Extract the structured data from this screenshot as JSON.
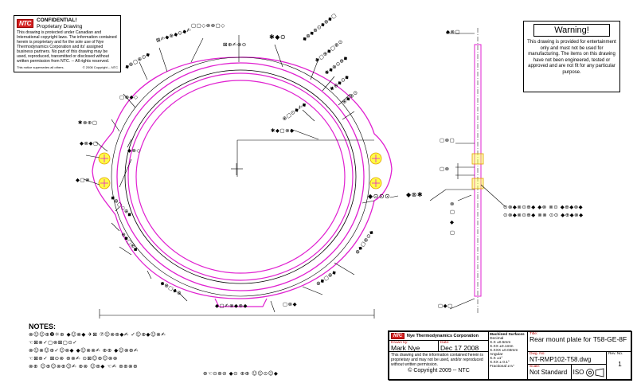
{
  "confidential": {
    "logo": "NTC",
    "title": "CONFIDENTIAL!",
    "subtitle": "Proprietary Drawing",
    "body": "This drawing is protected under Canadian and International copyright laws. The information contained herein is proprietary and for the sole use of Nye Thermodynamics Corporation and its' assigned business partners. No part of this drawing may be used, reproduced, transmitted or disclosed without written permission from NTC. -- All rights reserved.",
    "foot_left": "This notice supersedes all others.",
    "foot_right": "© 2008 Copyright -- NTC"
  },
  "warning": {
    "title": "Warning!",
    "body": "This drawing is provided for entertainment only and must not be used for manufacturing. The items on this drawing have not been engineered, tested or approved and are not fit for any particular purpose."
  },
  "notes": {
    "heading": "NOTES:",
    "lines": [
      "⊗☺☺⊕❷☼⊕ ◆☺⊗◆ ✈⊠ ⑦☺⊗⊕◆✍ ✓☺⊕◆☺⊗✍",
      "☜⊠⊗✓▢⊗⊠▢⊙✓",
      "⊗☺⊗☺⊕✓☺⊗◆ ◆☺⊗⊗✍ ⊕⊕ ◆☺⊗⊕✍",
      "☜⊠⊕✓ ⊠⊙⊗ ⊕⊗✍ ⊙⊠☺⊕☺⊗⊗",
      "⊗⊕ ☺⊕☺⊗⊕☺✍ ⊕⊗ ☺⊕◆ ☜✍ ⊕⊕⊗⊕"
    ]
  },
  "rev_note": "⊕☜⊙⊕⊘ ◆⊙ ⊕⊕ ☺☺⊙☺◆",
  "titleblock": {
    "company": "Nye Thermodynamics Corporation",
    "drawn_by_label": "Drawn by:",
    "drawn_by": "Mark Nye",
    "date_label": "Date:",
    "date": "Dec 17 2008",
    "disclaimer": "This drawing and the information contained herein is proprietary and may not be used, and/or reproduced without written permission.",
    "copyright": "© Copyright 2009 -- NTC",
    "tolerance_label": "Machined Surfaces",
    "tolerances": "Decimal\nX.X ±0.5mm\nX.XX ±0.1mm\nX.XXX ±0.03mm\nAngular\nX.X ±1°\nX.XX ± 0.1°\nFractional ±⅛\"",
    "title_label": "Title:",
    "title": "Rear mount plate for T58-GE-8F",
    "dwg_label": "Dwg. No:",
    "dwg_no": "NT-RMP102-T58.dwg",
    "scale_label": "Scale:",
    "scale": "Not Standard",
    "iso": "ISO",
    "rev_label": "Rev. No.",
    "rev": "1"
  },
  "colors": {
    "part": "#e020d0",
    "outline": "#000000",
    "highlight": "#ffff44",
    "warning_red": "#d02020"
  }
}
